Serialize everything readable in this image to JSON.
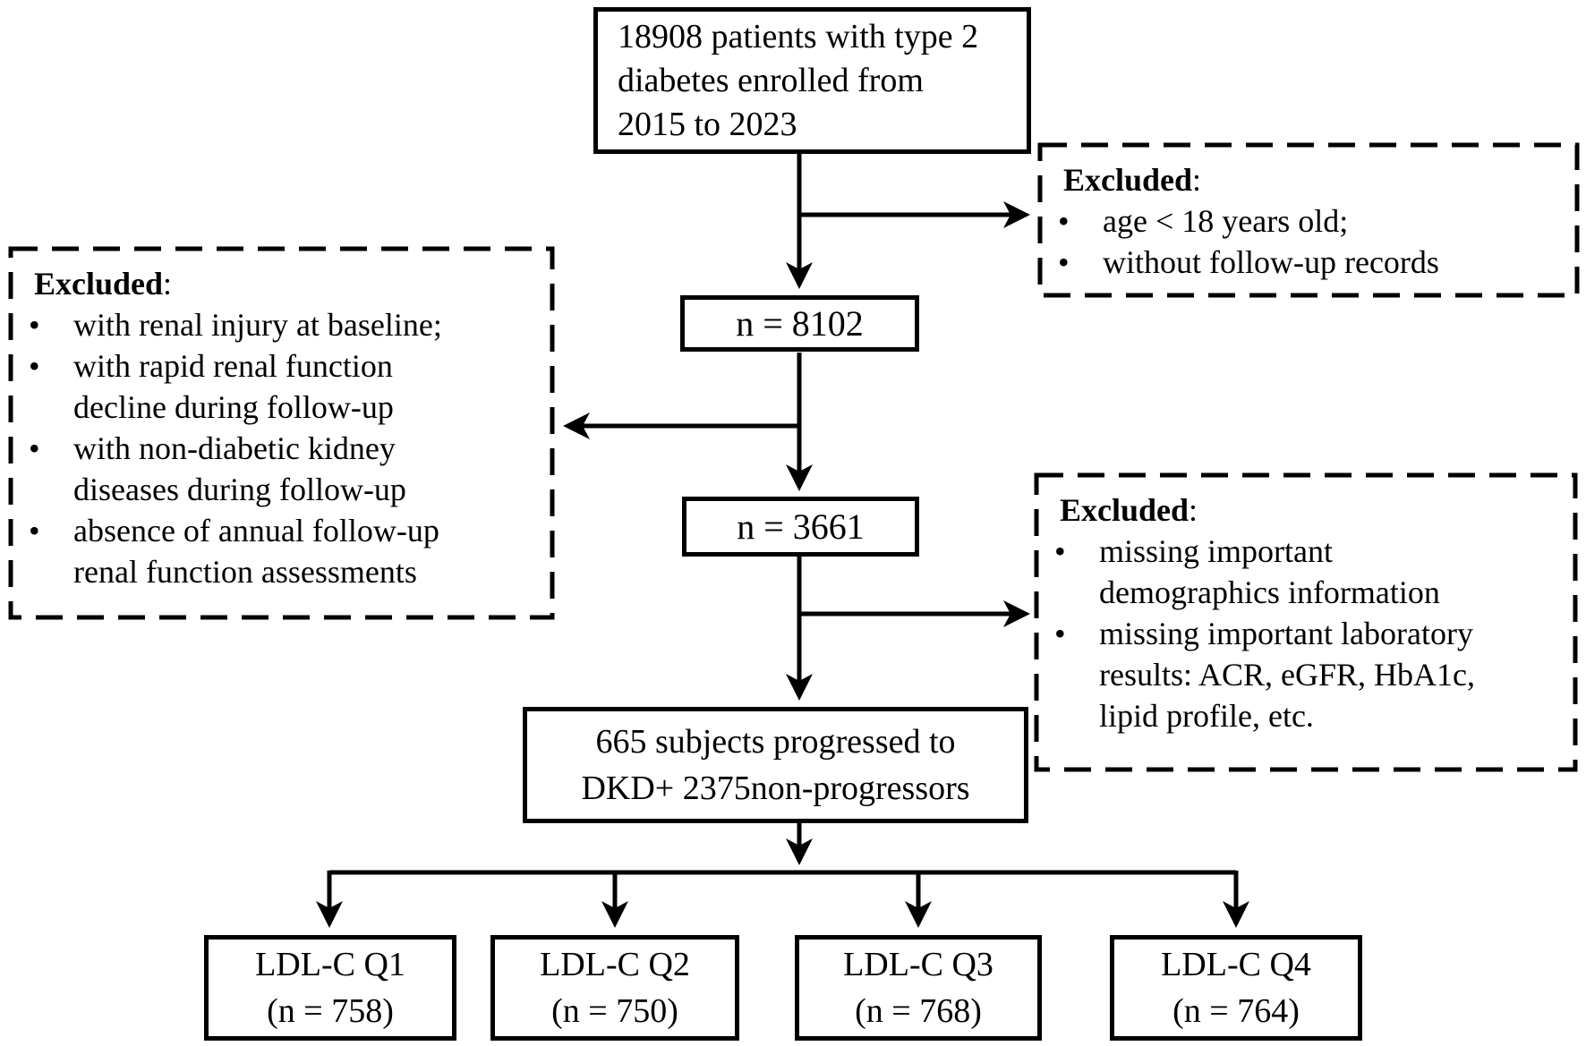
{
  "bullet": "•",
  "colors": {
    "line": "#000000",
    "background": "#ffffff",
    "text": "#000000"
  },
  "flow": {
    "top_box": {
      "text": "18908 patients with type 2\ndiabetes enrolled from\n2015 to 2023"
    },
    "n_8102": {
      "text": "n = 8102"
    },
    "n_3661": {
      "text": "n = 3661"
    },
    "progress_box": {
      "text": "665 subjects progressed to\nDKD+ 2375non-progressors"
    },
    "quartiles": [
      {
        "text": "LDL-C Q1\n(n = 758)"
      },
      {
        "text": "LDL-C Q2\n(n = 750)"
      },
      {
        "text": "LDL-C Q3\n(n = 768)"
      },
      {
        "text": "LDL-C Q4\n(n = 764)"
      }
    ]
  },
  "exclusions": {
    "right_top": {
      "title": "Excluded",
      "colon": ":",
      "items": [
        "age < 18 years old;",
        "without follow-up records"
      ]
    },
    "left": {
      "title": "Excluded",
      "colon": ":",
      "items": [
        "with renal injury at baseline;",
        "with rapid renal function\ndecline during follow-up",
        "with non-diabetic kidney\ndiseases during follow-up",
        "absence of annual follow-up\nrenal function assessments"
      ]
    },
    "right_bottom": {
      "title": "Excluded",
      "colon": ":",
      "items": [
        "missing important\ndemographics information",
        "missing important laboratory\nresults: ACR, eGFR, HbA1c,\nlipid profile, etc."
      ]
    }
  }
}
